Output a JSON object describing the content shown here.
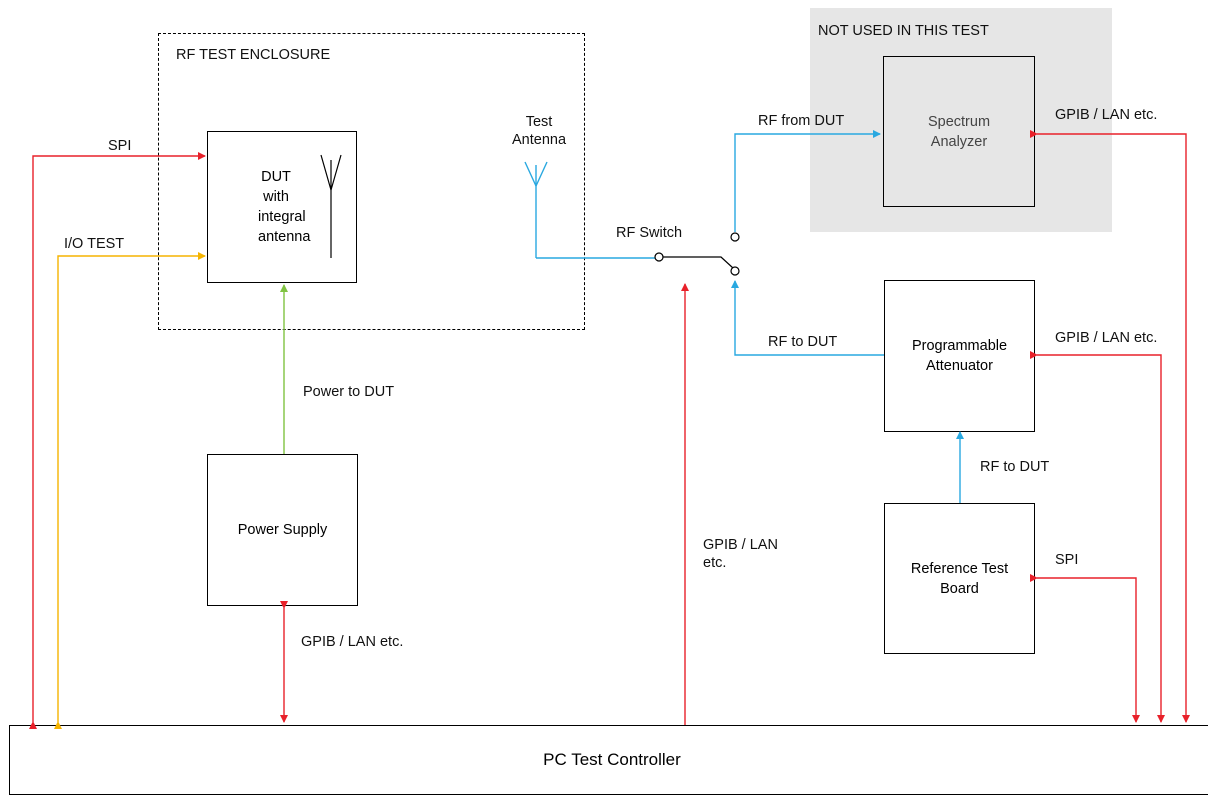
{
  "colors": {
    "rf_signal": "#29a8e0",
    "control": "#e8212a",
    "io_test": "#f5b400",
    "power": "#80c342",
    "unused_region": "#e6e6e6",
    "outline": "#000000"
  },
  "enclosure": {
    "label": "RF TEST ENCLOSURE"
  },
  "unused_region": {
    "label": "NOT USED IN THIS TEST"
  },
  "blocks": {
    "dut": "DUT\nwith\nintegral\nantenna",
    "test_antenna": "Test\nAntenna",
    "power_supply": "Power Supply",
    "spectrum_analyzer": "Spectrum\nAnalyzer",
    "programmable_attenuator": "Programmable\nAttenuator",
    "reference_test_board": "Reference Test\nBoard",
    "pc_test_controller": "PC Test Controller"
  },
  "switch": {
    "label": "RF Switch"
  },
  "connections": {
    "spi_dut": "SPI",
    "io_test": "I/O TEST",
    "power_to_dut": "Power to DUT",
    "gpib_power": "GPIB / LAN etc.",
    "gpib_switch": "GPIB / LAN\netc.",
    "rf_from_dut": "RF from DUT",
    "rf_to_dut_switch": "RF to DUT",
    "rf_to_dut_attenuator": "RF to DUT",
    "gpib_spectrum": "GPIB / LAN etc.",
    "gpib_attenuator": "GPIB / LAN etc.",
    "spi_reference": "SPI"
  }
}
